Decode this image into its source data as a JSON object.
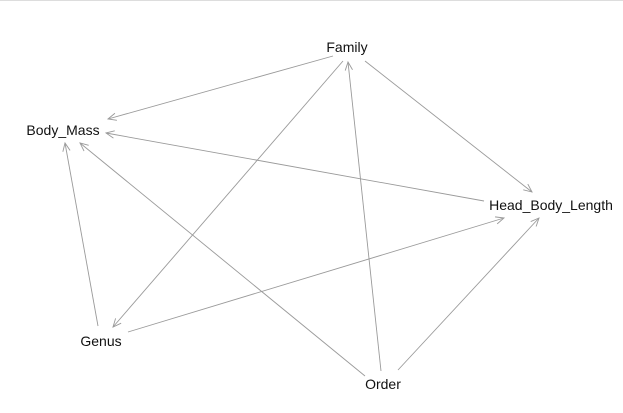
{
  "graph": {
    "nodes": [
      {
        "id": "family",
        "label": "Family"
      },
      {
        "id": "body_mass",
        "label": "Body_Mass"
      },
      {
        "id": "head_body_length",
        "label": "Head_Body_Length"
      },
      {
        "id": "genus",
        "label": "Genus"
      },
      {
        "id": "order",
        "label": "Order"
      }
    ],
    "edges": [
      {
        "from": "family",
        "to": "body_mass"
      },
      {
        "from": "family",
        "to": "genus"
      },
      {
        "from": "family",
        "to": "head_body_length"
      },
      {
        "from": "order",
        "to": "family"
      },
      {
        "from": "order",
        "to": "body_mass"
      },
      {
        "from": "order",
        "to": "head_body_length"
      },
      {
        "from": "genus",
        "to": "body_mass"
      },
      {
        "from": "genus",
        "to": "head_body_length"
      },
      {
        "from": "head_body_length",
        "to": "body_mass"
      }
    ],
    "edge_color": "#9a9a9a",
    "label_color": "#111111",
    "background": "#ffffff"
  }
}
